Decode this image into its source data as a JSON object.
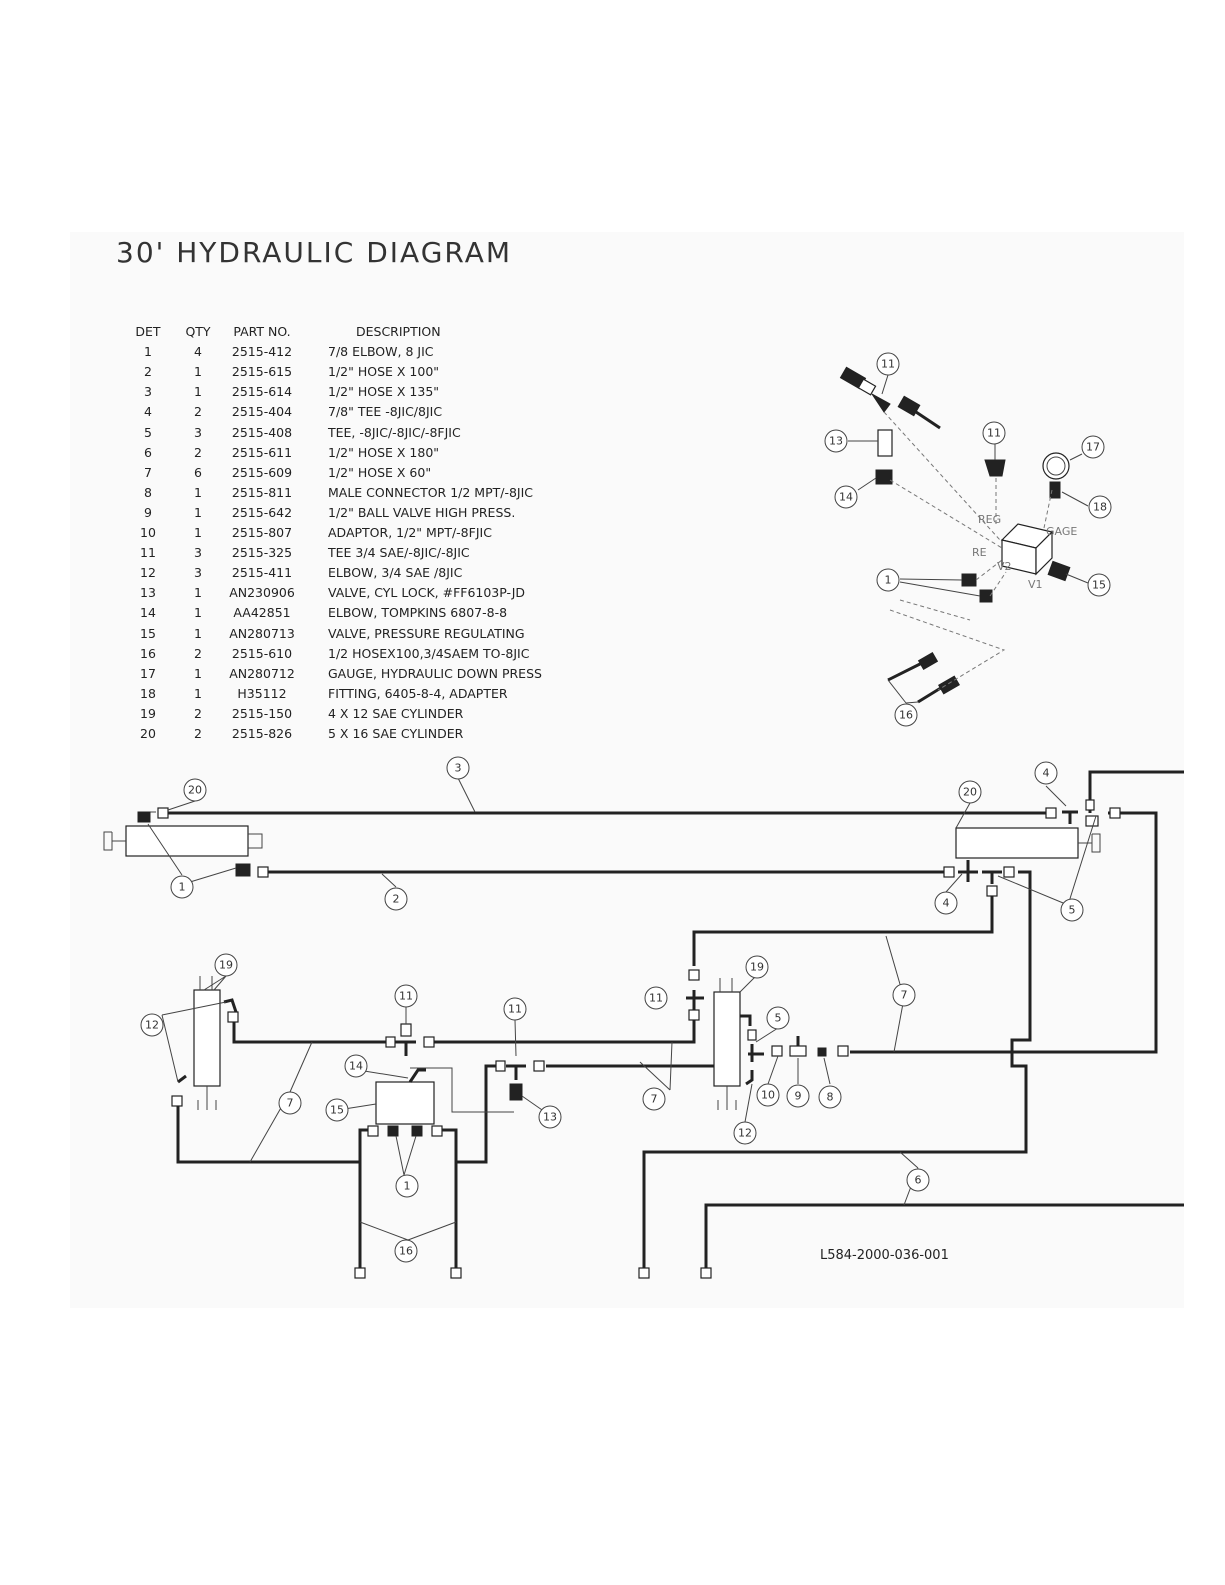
{
  "title": "30' HYDRAULIC DIAGRAM",
  "table": {
    "headers": {
      "det": "DET",
      "qty": "QTY",
      "part": "PART NO.",
      "desc": "DESCRIPTION"
    },
    "rows": [
      {
        "det": "1",
        "qty": "4",
        "part": "2515-412",
        "desc": "7/8 ELBOW, 8 JIC"
      },
      {
        "det": "2",
        "qty": "1",
        "part": "2515-615",
        "desc": "1/2\" HOSE X 100\""
      },
      {
        "det": "3",
        "qty": "1",
        "part": "2515-614",
        "desc": "1/2\" HOSE X 135\""
      },
      {
        "det": "4",
        "qty": "2",
        "part": "2515-404",
        "desc": "7/8\" TEE -8JIC/8JIC"
      },
      {
        "det": "5",
        "qty": "3",
        "part": "2515-408",
        "desc": "TEE, -8JIC/-8JIC/-8FJIC"
      },
      {
        "det": "6",
        "qty": "2",
        "part": "2515-611",
        "desc": "1/2\" HOSE X 180\""
      },
      {
        "det": "7",
        "qty": "6",
        "part": "2515-609",
        "desc": "1/2\" HOSE X 60\""
      },
      {
        "det": "8",
        "qty": "1",
        "part": "2515-811",
        "desc": "MALE CONNECTOR 1/2 MPT/-8JIC"
      },
      {
        "det": "9",
        "qty": "1",
        "part": "2515-642",
        "desc": "1/2\" BALL VALVE HIGH PRESS."
      },
      {
        "det": "10",
        "qty": "1",
        "part": "2515-807",
        "desc": "ADAPTOR, 1/2\" MPT/-8FJIC"
      },
      {
        "det": "11",
        "qty": "3",
        "part": "2515-325",
        "desc": "TEE 3/4 SAE/-8JIC/-8JIC"
      },
      {
        "det": "12",
        "qty": "3",
        "part": "2515-411",
        "desc": "ELBOW, 3/4 SAE /8JIC"
      },
      {
        "det": "13",
        "qty": "1",
        "part": "AN230906",
        "desc": "VALVE, CYL LOCK, #FF6103P-JD"
      },
      {
        "det": "14",
        "qty": "1",
        "part": "AA42851",
        "desc": "ELBOW, TOMPKINS 6807-8-8"
      },
      {
        "det": "15",
        "qty": "1",
        "part": "AN280713",
        "desc": "VALVE, PRESSURE REGULATING"
      },
      {
        "det": "16",
        "qty": "2",
        "part": "2515-610",
        "desc": "1/2 HOSEX100,3/4SAEM TO-8JIC"
      },
      {
        "det": "17",
        "qty": "1",
        "part": "AN280712",
        "desc": "GAUGE, HYDRAULIC DOWN PRESS"
      },
      {
        "det": "18",
        "qty": "1",
        "part": "H35112",
        "desc": "FITTING, 6405-8-4, ADAPTER"
      },
      {
        "det": "19",
        "qty": "2",
        "part": "2515-150",
        "desc": "4 X 12 SAE CYLINDER"
      },
      {
        "det": "20",
        "qty": "2",
        "part": "2515-826",
        "desc": "5 X 16 SAE CYLINDER"
      }
    ]
  },
  "valve_labels": {
    "reg": "REG",
    "gage": "GAGE",
    "re": "RE",
    "v1": "V1",
    "v2": "V2"
  },
  "callouts": {
    "c1": "1",
    "c2": "2",
    "c3": "3",
    "c4": "4",
    "c5": "5",
    "c6": "6",
    "c7": "7",
    "c8": "8",
    "c9": "9",
    "c10": "10",
    "c11": "11",
    "c12": "12",
    "c13": "13",
    "c14": "14",
    "c15": "15",
    "c16": "16",
    "c17": "17",
    "c18": "18",
    "c19": "19",
    "c20": "20"
  },
  "drawing_number": "L584-2000-036-001"
}
